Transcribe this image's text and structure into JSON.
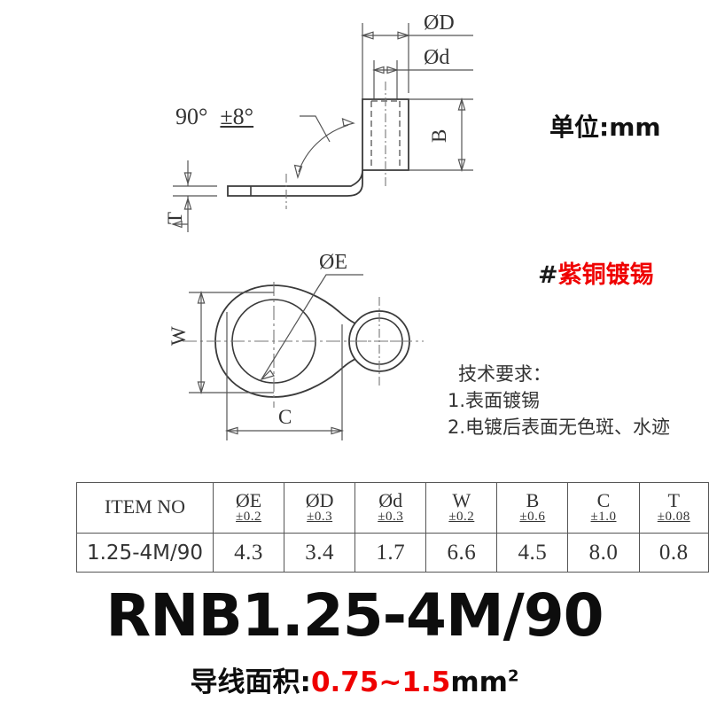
{
  "page": {
    "background": "#ffffff",
    "ink": "#3a3a3a",
    "accent_red": "#ef0000"
  },
  "notes": {
    "unit": "单位:mm",
    "material_hash": "#",
    "material": "紫铜镀锡",
    "tech_heading": "技术要求：",
    "tech_items": [
      "1.表面镀锡",
      "2.电镀后表面无色斑、水迹"
    ]
  },
  "side_view": {
    "angle_label": "90°",
    "angle_tolerance": "±8°",
    "dim_outer_diameter": "ØD",
    "dim_inner_diameter": "Ød",
    "dim_barrel_length": "B",
    "dim_thickness": "T"
  },
  "plan_view": {
    "dim_hole_diameter": "ØE",
    "dim_width": "W",
    "dim_length": "C"
  },
  "spec_table": {
    "columns": [
      {
        "symbol": "ITEM NO",
        "tolerance": ""
      },
      {
        "symbol": "ØE",
        "tolerance": "±0.2"
      },
      {
        "symbol": "ØD",
        "tolerance": "±0.3"
      },
      {
        "symbol": "Ød",
        "tolerance": "±0.3"
      },
      {
        "symbol": "W",
        "tolerance": "±0.2"
      },
      {
        "symbol": "B",
        "tolerance": "±0.6"
      },
      {
        "symbol": "C",
        "tolerance": "±1.0"
      },
      {
        "symbol": "T",
        "tolerance": "±0.08"
      }
    ],
    "rows": [
      {
        "item_no": "1.25-4M/90",
        "E": "4.3",
        "D": "3.4",
        "d": "1.7",
        "W": "6.6",
        "B": "4.5",
        "C": "8.0",
        "T": "0.8"
      }
    ]
  },
  "title": {
    "part_number": "RNB1.25-4M/90",
    "wire_label": "导线面积:",
    "wire_range": "0.75~1.5",
    "wire_unit": "mm",
    "wire_unit_sup": "2"
  }
}
